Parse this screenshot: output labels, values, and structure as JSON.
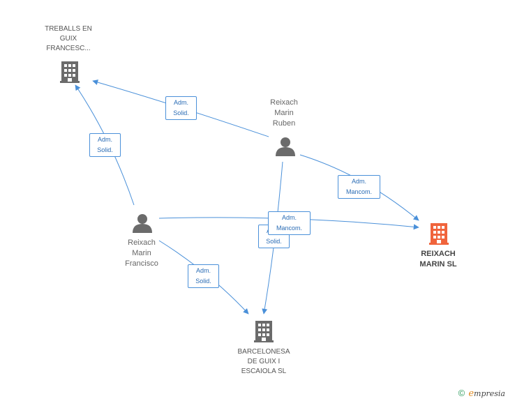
{
  "nodes": {
    "treballs": {
      "lines": [
        "TREBALLS EN",
        "GUIX",
        "FRANCESC..."
      ],
      "icon": "building-icon",
      "color": "#6b6b6b"
    },
    "reixach_ruben": {
      "lines": [
        "Reixach",
        "Marin",
        "Ruben"
      ],
      "icon": "person-icon",
      "color": "#6b6b6b"
    },
    "reixach_francisco": {
      "lines": [
        "Reixach",
        "Marin",
        "Francisco"
      ],
      "icon": "person-icon",
      "color": "#6b6b6b"
    },
    "reixach_marin_sl": {
      "lines": [
        "REIXACH",
        "MARIN SL"
      ],
      "icon": "building-icon",
      "color": "#f0643c"
    },
    "barcelonesa": {
      "lines": [
        "BARCELONESA",
        "DE GUIX I",
        "ESCAIOLA SL"
      ],
      "icon": "building-icon",
      "color": "#6b6b6b"
    }
  },
  "edge_labels": {
    "ruben_treballs": [
      "Adm.",
      "Solid."
    ],
    "francisco_treballs": [
      "Adm.",
      "Solid."
    ],
    "ruben_reixach": [
      "Adm.",
      "Mancom."
    ],
    "francisco_reixach": [
      "Adm.",
      "Mancom."
    ],
    "ruben_barcelonesa": [
      "Adm.",
      "Solid."
    ],
    "francisco_barcelonesa": [
      "Adm.",
      "Solid."
    ]
  },
  "footer": {
    "copyright": "©",
    "brand_initial": "e",
    "brand_rest": "mpresia"
  },
  "colors": {
    "edge": "#4a90d9",
    "focus": "#f0643c",
    "node": "#6b6b6b"
  }
}
